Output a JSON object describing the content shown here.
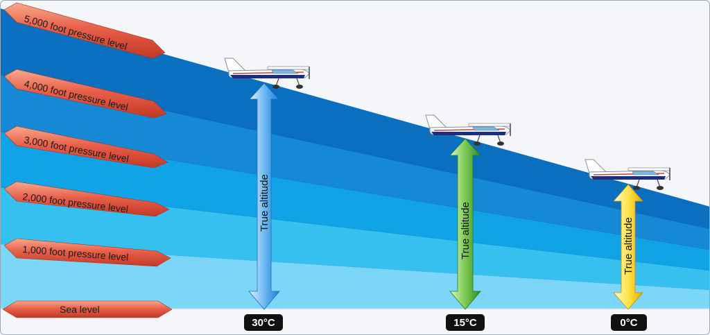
{
  "pressure_levels": [
    {
      "label": "5,000 foot pressure level"
    },
    {
      "label": "4,000 foot pressure level"
    },
    {
      "label": "3,000 foot pressure level"
    },
    {
      "label": "2,000 foot pressure level"
    },
    {
      "label": "1,000 foot pressure level"
    },
    {
      "label": "Sea level"
    }
  ],
  "columns": [
    {
      "temperature": "30°C",
      "arrow_label": "True altitude",
      "arrow_color": "#2c8fe0",
      "arrow_light": "#d6ecff"
    },
    {
      "temperature": "15°C",
      "arrow_label": "True altitude",
      "arrow_color": "#3f9a2f",
      "arrow_light": "#c7f0a8"
    },
    {
      "temperature": "0°C",
      "arrow_label": "True altitude",
      "arrow_color": "#f2c100",
      "arrow_light": "#fff7b0"
    }
  ],
  "colors": {
    "band_dark": "#0a6fbf",
    "band_mid": "#1689d6",
    "band_bright": "#10a4e6",
    "band_light": "#35c0f0",
    "band_pale": "#7cd6f7",
    "sky": "#f4f6f9",
    "tag_fill": "#e0533a",
    "tag_light": "#f39a7e",
    "badge": "#111111"
  }
}
